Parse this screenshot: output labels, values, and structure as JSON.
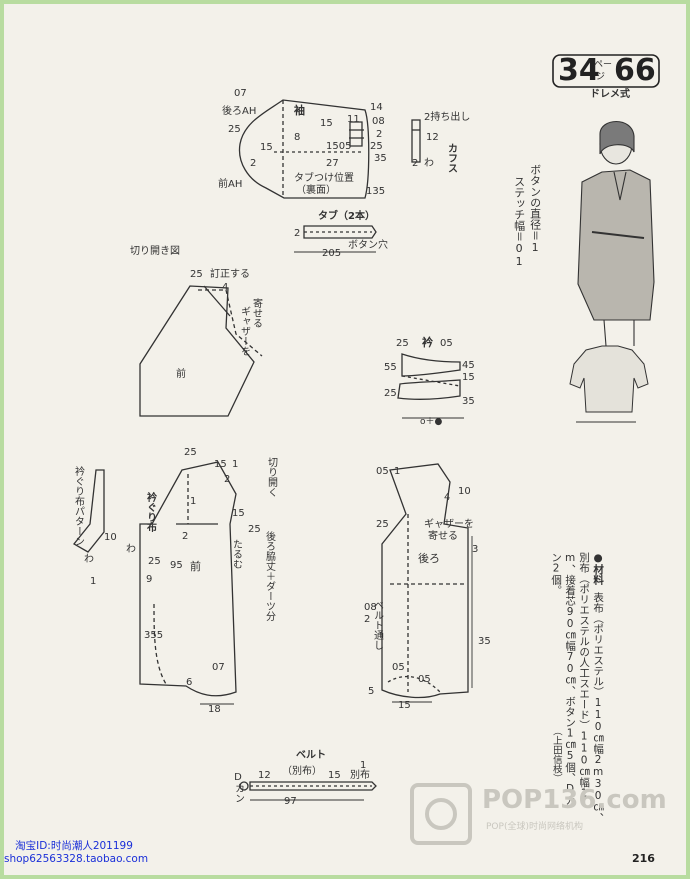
{
  "header": {
    "page_prefix": "34",
    "page_label_top": "ペー",
    "page_label_bottom": "ジ",
    "page_number_box": "66",
    "style_name": "ドレメ式"
  },
  "notes": {
    "button_diameter": "ボタンの直径＝1",
    "stitch_width": "ステッチ幅＝01",
    "materials_heading": "●材料",
    "materials_lines": [
      "表布（ポリエステル）110㎝幅2m30㎝、",
      "別布（ポリエステルの人工スエード）110㎝幅1",
      "m、接着芯90㎝幅70㎝、ボタン1㎝5個、Dカ",
      "ン2個。"
    ],
    "designer": "（上田信枝）"
  },
  "sleeve": {
    "title": "袖",
    "back_ah": "後ろAH",
    "front_ah": "前AH",
    "n07": "07",
    "n25": "25",
    "n15": "15",
    "n2": "2",
    "n8": "8",
    "n15b": "15",
    "n11": "11",
    "n1505": "1505",
    "n27": "27",
    "n14": "14",
    "n08": "08",
    "n2b": "2",
    "n25b": "25",
    "n35": "35",
    "n135": "135",
    "tab_position": "タブつけ位置",
    "tab_position_sub": "（裏面）"
  },
  "cuff": {
    "title": "カフス",
    "fold_out": "2持ち出し",
    "n12": "12",
    "n2": "2",
    "wa": "わ"
  },
  "tab": {
    "title": "タブ（2本）",
    "n2": "2",
    "n205": "205",
    "button_hole": "ボタン穴"
  },
  "slash": {
    "title": "切り開き図",
    "n25": "25",
    "correct": "訂正する",
    "n4": "4",
    "gather": "ギャザーを",
    "gather2": "寄せる",
    "front": "前"
  },
  "collar": {
    "title": "衿",
    "n25": "25",
    "n05": "05",
    "n55": "55",
    "n45": "45",
    "n15": "15",
    "n25b": "25",
    "n35": "35",
    "note": "o＋●"
  },
  "front": {
    "n25": "25",
    "n15": "15",
    "n1": "1",
    "open": "切り開く",
    "n2": "2",
    "n15b": "15",
    "n25b": "25",
    "dart": "後ろ脇丈＋ダーツ分",
    "collar_binding": "衿ぐり布",
    "wa": "わ",
    "n25c": "25",
    "n95": "95",
    "n9": "9",
    "front": "前",
    "tarumu": "たるむ",
    "n355": "355",
    "n6": "6",
    "n07": "07",
    "n18": "18",
    "n1c": "1",
    "n2c": "2"
  },
  "neckband": {
    "title": "衿ぐり布パターン",
    "n10": "10",
    "wa": "わ",
    "n1": "1"
  },
  "back": {
    "n05": "05",
    "n1": "1",
    "n4": "4",
    "n10": "10",
    "n25": "25",
    "gather": "ギャザーを",
    "gather2": "寄せる",
    "n3": "3",
    "back": "後ろ",
    "n08": "08",
    "n2": "2",
    "belt_loop": "ベルト通し",
    "n35": "35",
    "n05b": "05",
    "n05c": "05",
    "n15": "15",
    "n5": "5"
  },
  "belt": {
    "title": "ベルト",
    "sub_cloth": "（別布）",
    "n12": "12",
    "n15": "15",
    "n1": "1",
    "d_ring": "Dカン",
    "n97": "97",
    "sub_cloth2": "別布"
  },
  "watermark": {
    "brand": "POP136.com",
    "sub": "POP(全球)时尚网络机构"
  },
  "shop": {
    "line1": "淘宝ID:时尚潮人201199",
    "line2": "shop62563328.taobao.com"
  },
  "page_number": "216"
}
